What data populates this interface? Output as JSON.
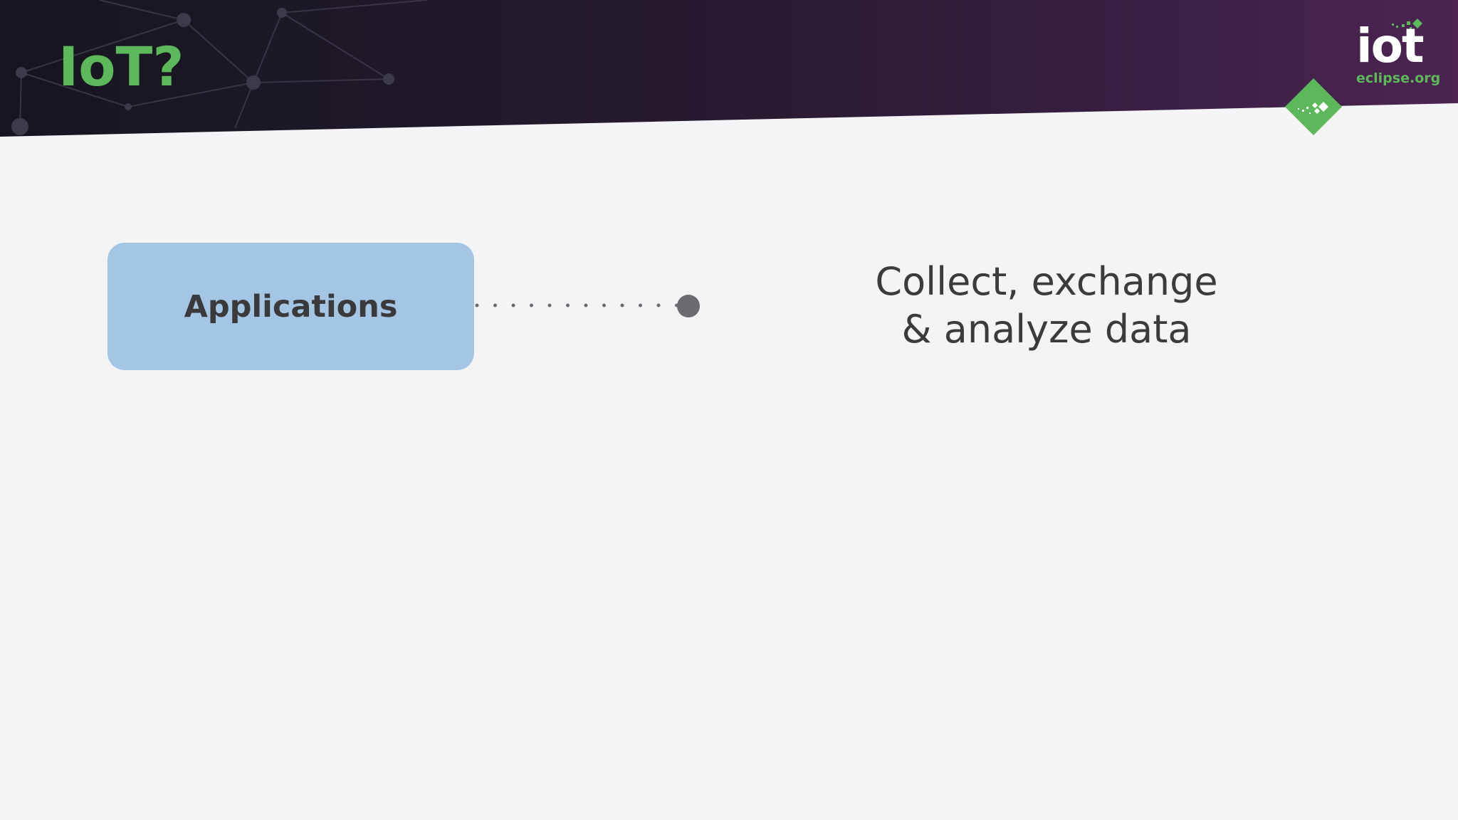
{
  "slide": {
    "title": "IoT?",
    "logo": {
      "word": "iot",
      "domain": "eclipse.org"
    },
    "diagram": {
      "node_label": "Applications",
      "description_line1": "Collect, exchange",
      "description_line2": "& analyze data"
    }
  },
  "colors": {
    "accent_green": "#5cb85a",
    "box_blue": "#a4c5e4",
    "header_dark": "#1c1a2b",
    "header_purple": "#4a2450",
    "text_dark": "#3b3b3d",
    "connector_gray": "#6b6a6e",
    "background": "#f4f3f5"
  },
  "icons": {
    "logo_mark": "green-diamond-icon",
    "connector_end": "dot-icon"
  }
}
